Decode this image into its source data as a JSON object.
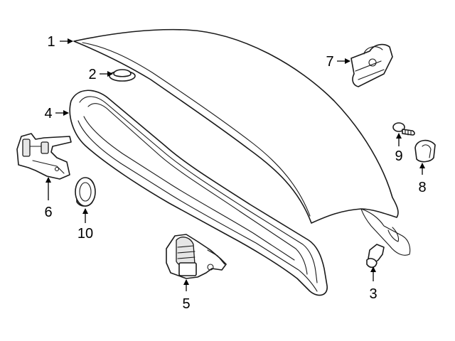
{
  "diagram": {
    "callouts": [
      {
        "id": "part-1",
        "label": "1"
      },
      {
        "id": "part-2",
        "label": "2"
      },
      {
        "id": "part-3",
        "label": "3"
      },
      {
        "id": "part-4",
        "label": "4"
      },
      {
        "id": "part-5",
        "label": "5"
      },
      {
        "id": "part-6",
        "label": "6"
      },
      {
        "id": "part-7",
        "label": "7"
      },
      {
        "id": "part-8",
        "label": "8"
      },
      {
        "id": "part-9",
        "label": "9"
      },
      {
        "id": "part-10",
        "label": "10"
      }
    ],
    "colors": {
      "line": "#1a1a1a",
      "fill": "#ffffff",
      "shade": "#e6e6e6"
    }
  }
}
